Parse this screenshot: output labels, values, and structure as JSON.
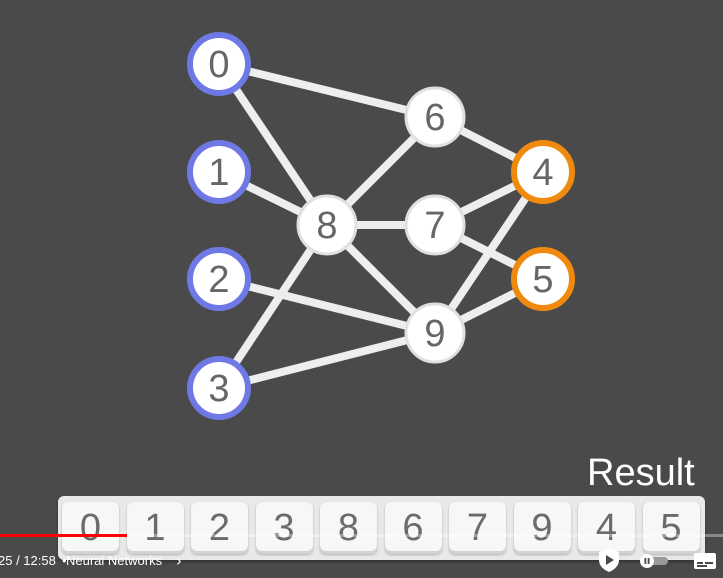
{
  "graph": {
    "input_color": "#6f79e6",
    "output_color": "#f08a0f",
    "hidden_color": "#e0e0e0",
    "edge_color": "#eeeeee",
    "nodes": [
      {
        "id": "0",
        "role": "input"
      },
      {
        "id": "1",
        "role": "input"
      },
      {
        "id": "2",
        "role": "input"
      },
      {
        "id": "3",
        "role": "input"
      },
      {
        "id": "8",
        "role": "hidden"
      },
      {
        "id": "6",
        "role": "hidden"
      },
      {
        "id": "7",
        "role": "hidden"
      },
      {
        "id": "9",
        "role": "hidden"
      },
      {
        "id": "4",
        "role": "output"
      },
      {
        "id": "5",
        "role": "output"
      }
    ],
    "edges": [
      [
        "0",
        "6"
      ],
      [
        "0",
        "8"
      ],
      [
        "1",
        "8"
      ],
      [
        "2",
        "9"
      ],
      [
        "3",
        "8"
      ],
      [
        "3",
        "9"
      ],
      [
        "8",
        "6"
      ],
      [
        "8",
        "7"
      ],
      [
        "8",
        "9"
      ],
      [
        "6",
        "4"
      ],
      [
        "7",
        "4"
      ],
      [
        "7",
        "5"
      ],
      [
        "9",
        "4"
      ],
      [
        "9",
        "5"
      ]
    ]
  },
  "result": {
    "label": "Result",
    "order": [
      "0",
      "1",
      "2",
      "3",
      "8",
      "6",
      "7",
      "9",
      "4",
      "5"
    ]
  },
  "player": {
    "time": "25 / 12:58",
    "separator": "•",
    "chapter": "Neural Networks",
    "progress": 0.175
  }
}
